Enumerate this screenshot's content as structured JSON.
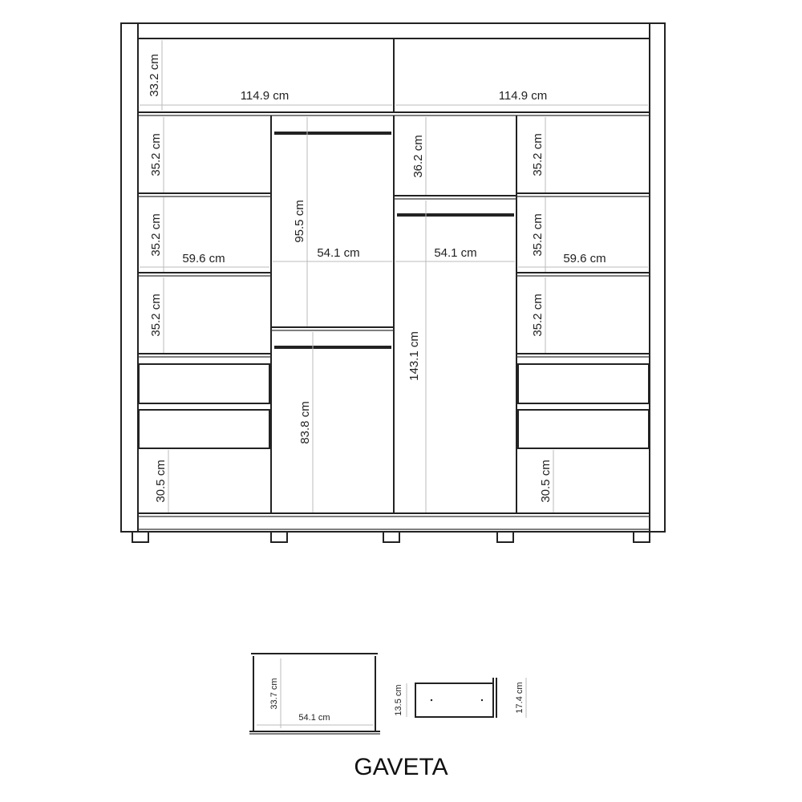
{
  "wardrobe": {
    "top_compartment": {
      "left_width": "114.9 cm",
      "right_width": "114.9 cm",
      "height": "33.2 cm"
    },
    "left_section": {
      "shelf_heights": [
        "35.2 cm",
        "35.2 cm",
        "35.2 cm"
      ],
      "shelf_width": "59.6 cm",
      "bottom_height": "30.5 cm"
    },
    "center_left": {
      "upper_hanging_height": "95.5 cm",
      "width": "54.1 cm",
      "lower_hanging_height": "83.8 cm"
    },
    "center_right": {
      "top_height": "36.2 cm",
      "width": "54.1 cm",
      "hanging_height": "143.1 cm"
    },
    "right_section": {
      "shelf_heights": [
        "35.2 cm",
        "35.2 cm",
        "35.2 cm"
      ],
      "shelf_width": "59.6 cm",
      "bottom_height": "30.5 cm"
    }
  },
  "drawer": {
    "top_view": {
      "depth": "33.7 cm",
      "width": "54.1 cm"
    },
    "front_view": {
      "inner_height": "13.5 cm",
      "front_height": "17.4 cm"
    },
    "title": "GAVETA"
  },
  "colors": {
    "line": "#222222",
    "dimension_line": "#bbbbbb",
    "background": "#ffffff"
  }
}
